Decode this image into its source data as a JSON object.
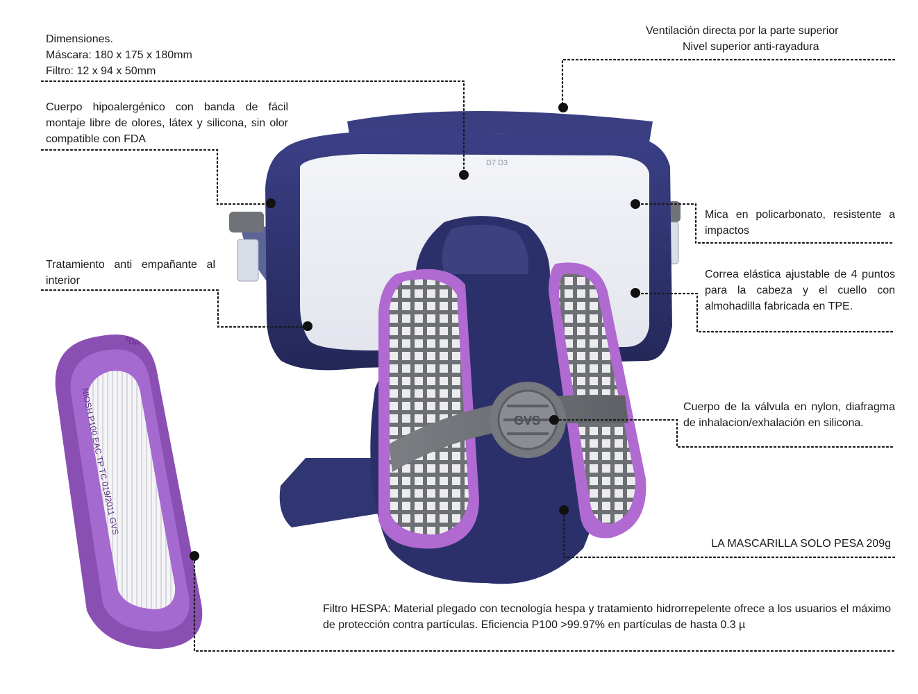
{
  "callouts": {
    "dimensions": {
      "title": "Dimensiones.",
      "mask": "Máscara: 180 x 175 x 180mm",
      "filter": "Filtro: 12 x 94 x 50mm"
    },
    "body": "Cuerpo hipoalergénico con banda de fácil montaje libre de olores, látex y silicona, sin olor compatible con FDA",
    "antifog": "Tratamiento anti empañante al interior",
    "ventilation": {
      "line1": "Ventilación directa por la parte superior",
      "line2": "Nivel superior anti-rayadura"
    },
    "lens": "Mica en policarbonato, resistente a impactos",
    "strap": "Correa elástica ajustable de 4 puntos para la cabeza y el cuello con almohadilla fabricada en TPE.",
    "valve": "Cuerpo de la válvula en nylon, diafragma de inhalacion/exhalación en silicona.",
    "weight": "LA MASCARILLA SOLO PESA 209g",
    "hespa": "Filtro HESPA: Material plegado con tecnología hespa y tratamiento hidrorrepelente ofrece a los usuarios el máximo de protección contra partículas. Eficiencia P100 >99.97% en partículas de hasta 0.3 µ"
  },
  "product": {
    "mask_logo": "GVS",
    "filter_text": "NIOSH P100 EAC TP TC 019/2011 GVS",
    "filter_top": "TOP",
    "lens_code": "D7 D3"
  },
  "colors": {
    "mask_navy": "#2b2f6b",
    "filter_purple": "#8a4fb3",
    "cartridge_gray": "#6f7276",
    "leader_line": "#1a1a1a"
  }
}
